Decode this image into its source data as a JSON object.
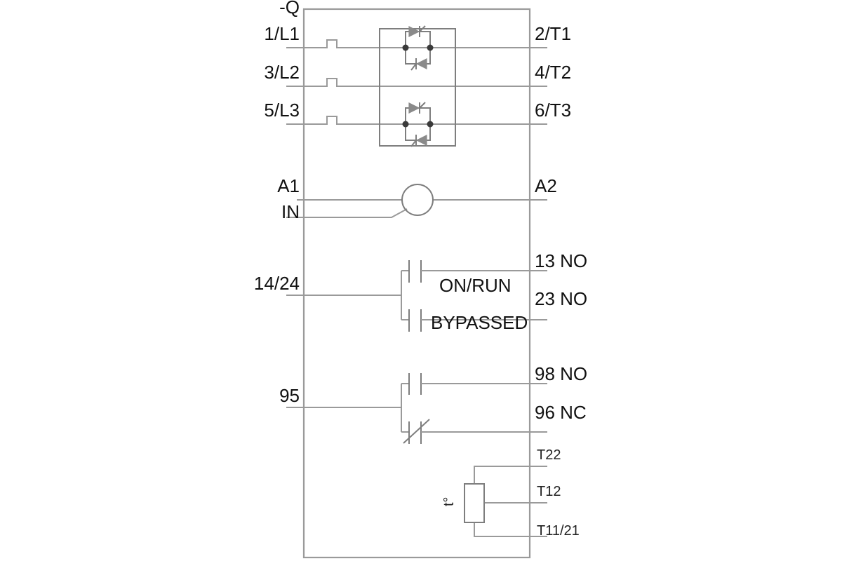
{
  "diagram": {
    "title": "-Q",
    "device_designation": "-Q",
    "type": "soft-starter-circuit-diagram",
    "colors": {
      "wire": "#9a9a9a",
      "symbol": "#7e7e7e",
      "text": "#111111",
      "node": "#3a3a3a",
      "background": "#ffffff"
    }
  },
  "terminals": {
    "left": [
      {
        "name": "terminal-1-l1",
        "label": "1/L1"
      },
      {
        "name": "terminal-3-l2",
        "label": "3/L2"
      },
      {
        "name": "terminal-5-l3",
        "label": "5/L3"
      },
      {
        "name": "terminal-a1",
        "label": "A1"
      },
      {
        "name": "terminal-in",
        "label": "IN"
      },
      {
        "name": "terminal-14-24",
        "label": "14/24"
      },
      {
        "name": "terminal-95",
        "label": "95"
      }
    ],
    "right": [
      {
        "name": "terminal-2-t1",
        "label": "2/T1"
      },
      {
        "name": "terminal-4-t2",
        "label": "4/T2"
      },
      {
        "name": "terminal-6-t3",
        "label": "6/T3"
      },
      {
        "name": "terminal-a2",
        "label": "A2"
      },
      {
        "name": "terminal-13-no",
        "label": "13 NO"
      },
      {
        "name": "terminal-23-no",
        "label": "23 NO"
      },
      {
        "name": "terminal-98-no",
        "label": "98 NO"
      },
      {
        "name": "terminal-96-nc",
        "label": "96 NC"
      },
      {
        "name": "terminal-t22",
        "label": "T22"
      },
      {
        "name": "terminal-t12",
        "label": "T12"
      },
      {
        "name": "terminal-t11-21",
        "label": "T11/21"
      }
    ]
  },
  "annotations": {
    "on_run": "ON/RUN",
    "bypassed": "BYPASSED",
    "thermistor_symbol": "t°"
  },
  "symbols": {
    "thyristor_pair_1": "antiparallel-thyristor-pair",
    "thyristor_pair_2": "antiparallel-thyristor-pair",
    "control_coil": "control-circuit-node",
    "relay_contact_on_run": "normally-open-contact",
    "relay_contact_bypassed": "normally-open-contact",
    "relay_contact_98": "normally-open-contact",
    "relay_contact_96": "normally-closed-contact",
    "thermistor": "ptc-thermistor-block"
  }
}
